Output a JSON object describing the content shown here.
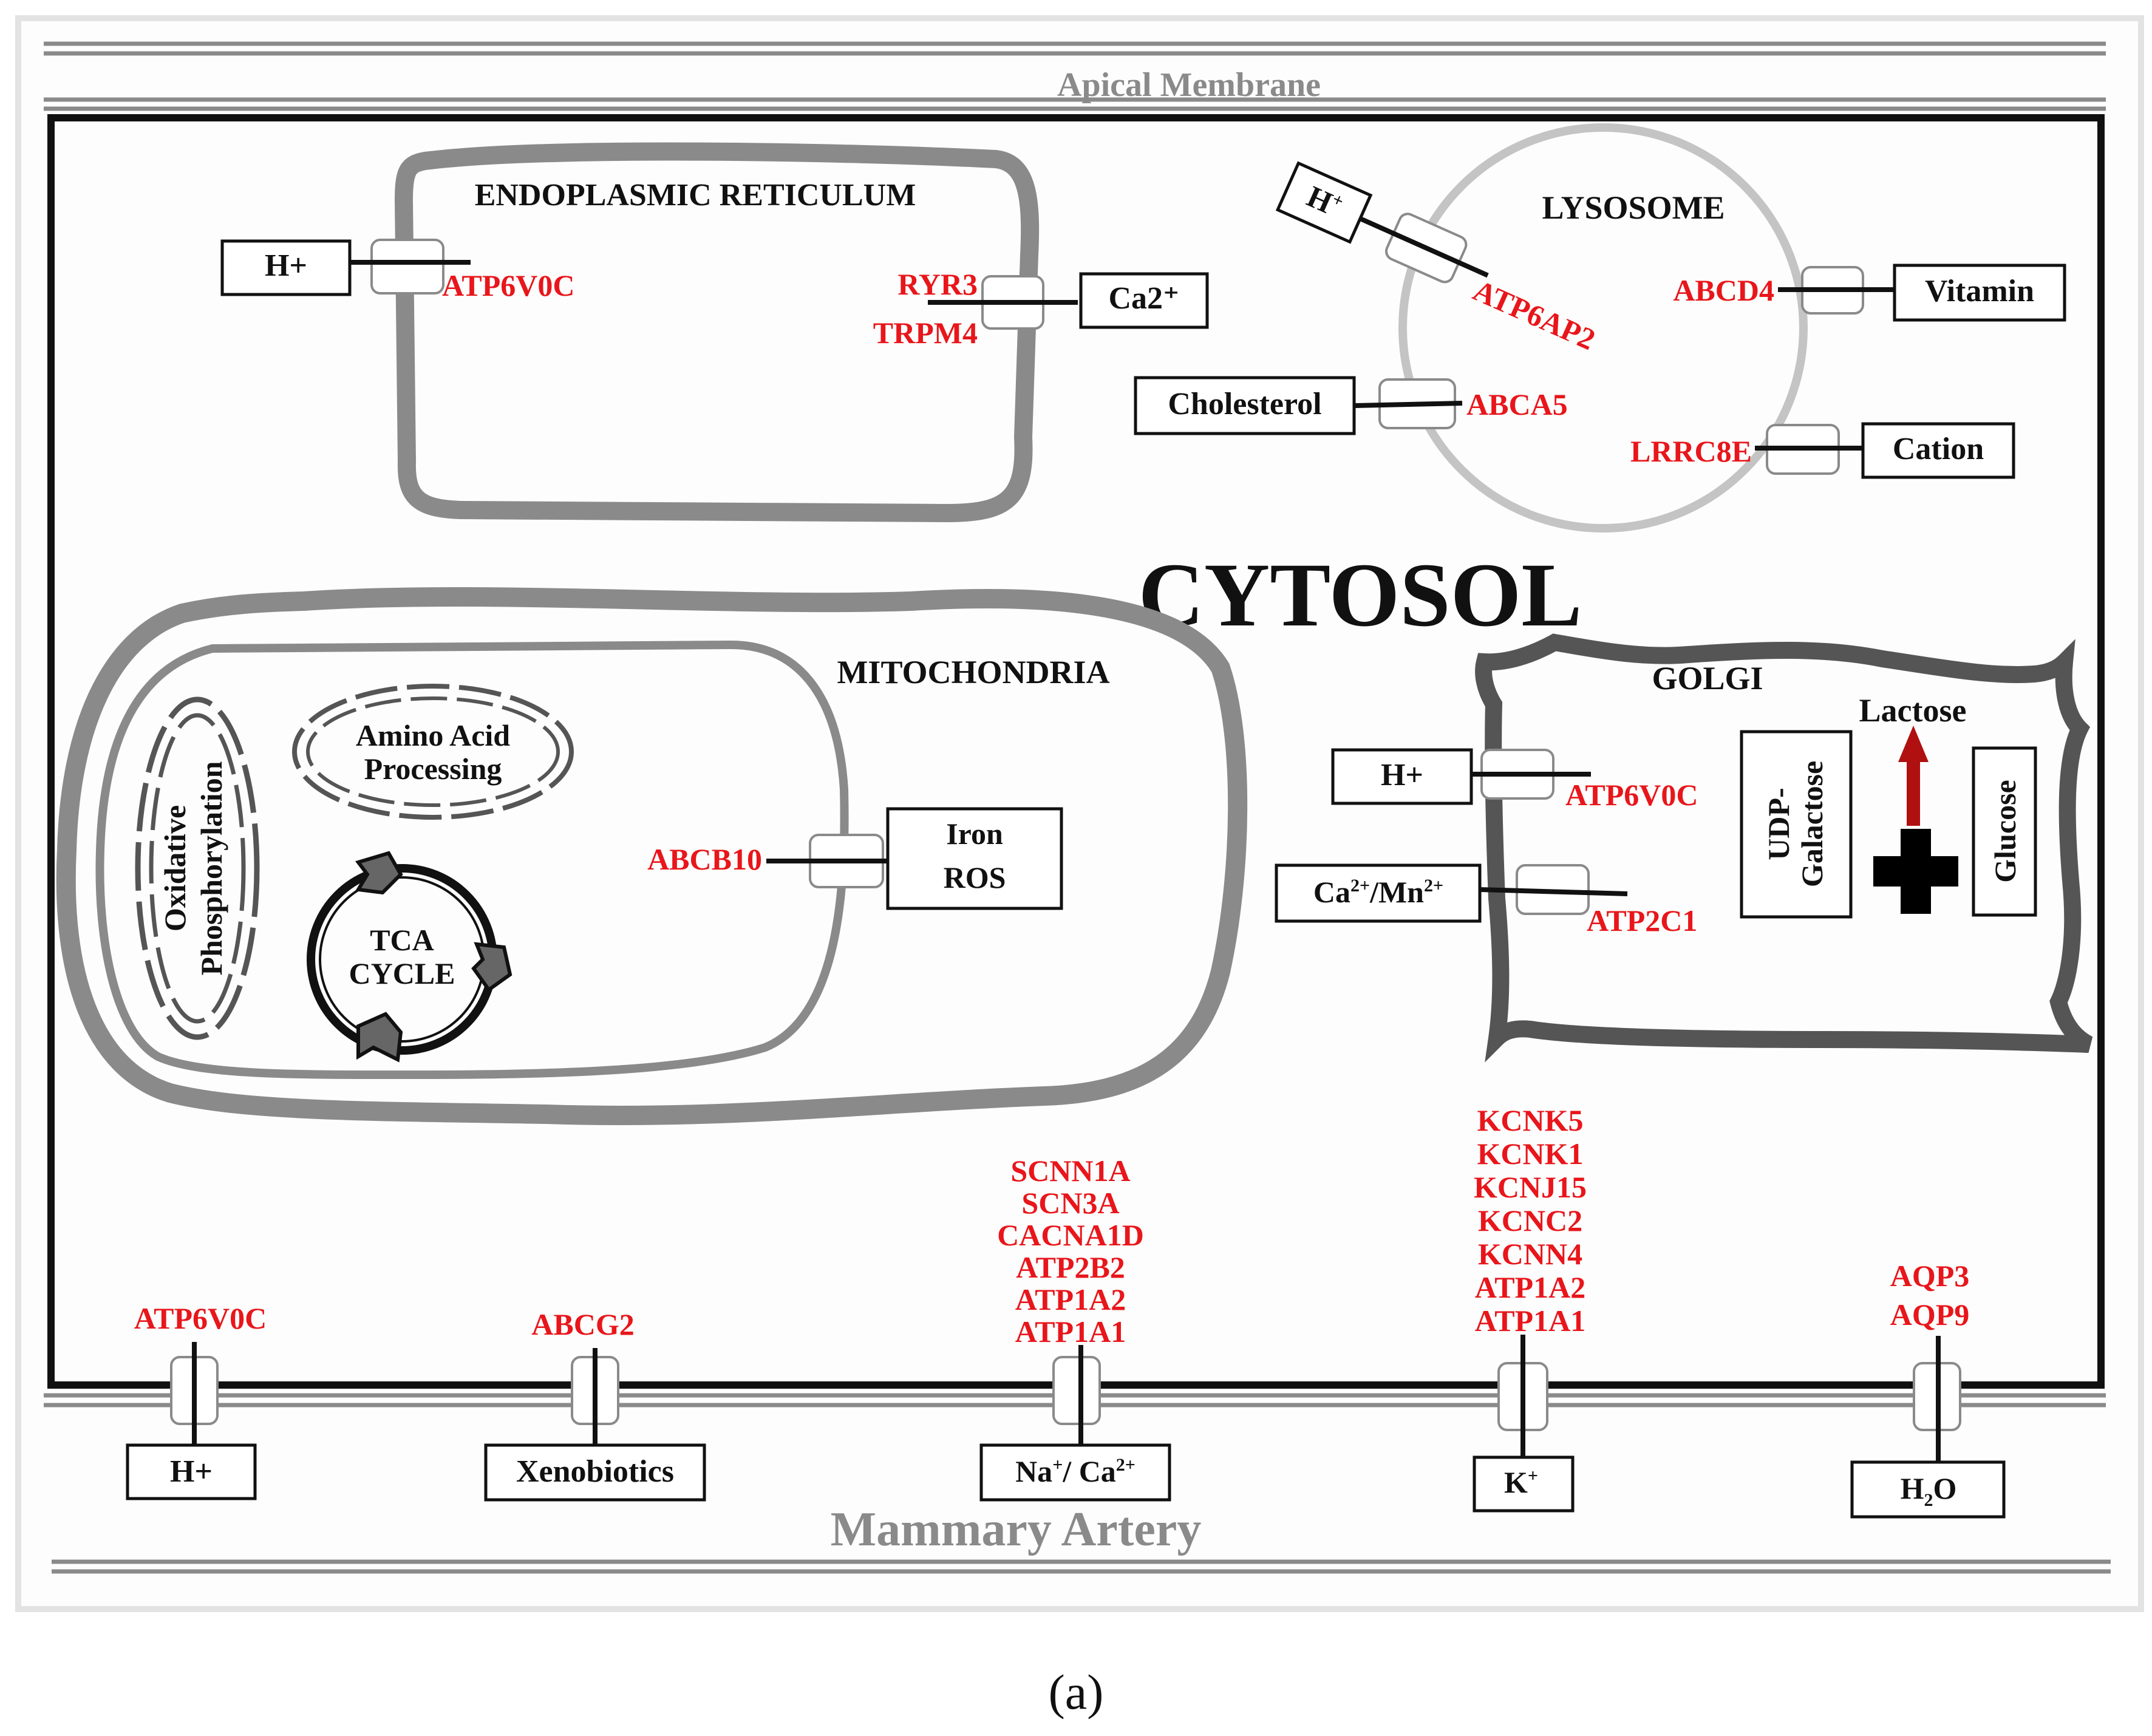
{
  "labels": {
    "apical_membrane": "Apical Membrane",
    "mammary_artery": "Mammary Artery",
    "cytosol": "CYTOSOL",
    "caption": "(a)"
  },
  "er": {
    "title": "ENDOPLASMIC RETICULUM",
    "left_gene": "ATP6V0C",
    "left_substrate": "H+",
    "right_genes": [
      "RYR3",
      "TRPM4"
    ],
    "right_substrate": "Ca2⁺"
  },
  "lysosome": {
    "title": "LYSOSOME",
    "h_substrate": "H",
    "h_sup": "+",
    "h_gene": "ATP6AP2",
    "vitamin_gene": "ABCD4",
    "vitamin_substrate": "Vitamin",
    "chol_substrate": "Cholesterol",
    "chol_gene": "ABCA5",
    "cation_gene": "LRRC8E",
    "cation_substrate": "Cation"
  },
  "mitochondria": {
    "title": "MITOCHONDRIA",
    "oxphos": [
      "Oxidative",
      "Phosphorylation"
    ],
    "amino": [
      "Amino Acid",
      "Processing"
    ],
    "tca": [
      "TCA",
      "CYCLE"
    ],
    "gene": "ABCB10",
    "substrate": [
      "Iron",
      "ROS"
    ]
  },
  "golgi": {
    "title": "GOLGI",
    "h_substrate": "H+",
    "h_gene": "ATP6V0C",
    "ca_parts": [
      "Ca",
      "2+",
      "/Mn",
      "2+"
    ],
    "ca_gene": "ATP2C1",
    "udp": [
      "UDP-",
      "Galactose"
    ],
    "glucose": "Glucose",
    "lactose": "Lactose"
  },
  "basal": [
    {
      "genes": [
        "ATP6V0C"
      ],
      "substrate": "H+"
    },
    {
      "genes": [
        "ABCG2"
      ],
      "substrate": "Xenobiotics"
    },
    {
      "genes": [
        "SCNN1A",
        "SCN3A",
        "CACNA1D",
        "ATP2B2",
        "ATP1A2",
        "ATP1A1"
      ],
      "substrate_parts": [
        "Na",
        "+",
        "/ Ca",
        "2+"
      ]
    },
    {
      "genes": [
        "KCNK5",
        "KCNK1",
        "KCNJ15",
        "KCNC2",
        "KCNN4",
        "ATP1A2",
        "ATP1A1"
      ],
      "substrate_parts": [
        "K",
        "+"
      ]
    },
    {
      "genes": [
        "AQP3",
        "AQP9"
      ],
      "substrate_parts": [
        "H",
        "2",
        "O"
      ]
    }
  ],
  "colors": {
    "gene_text": "#e8161b",
    "lactose_arrow": "#b01010",
    "membrane_gray": "#8a8a8a",
    "lysosome_gray": "#c4c4c4",
    "golgi_gray": "#555555"
  }
}
